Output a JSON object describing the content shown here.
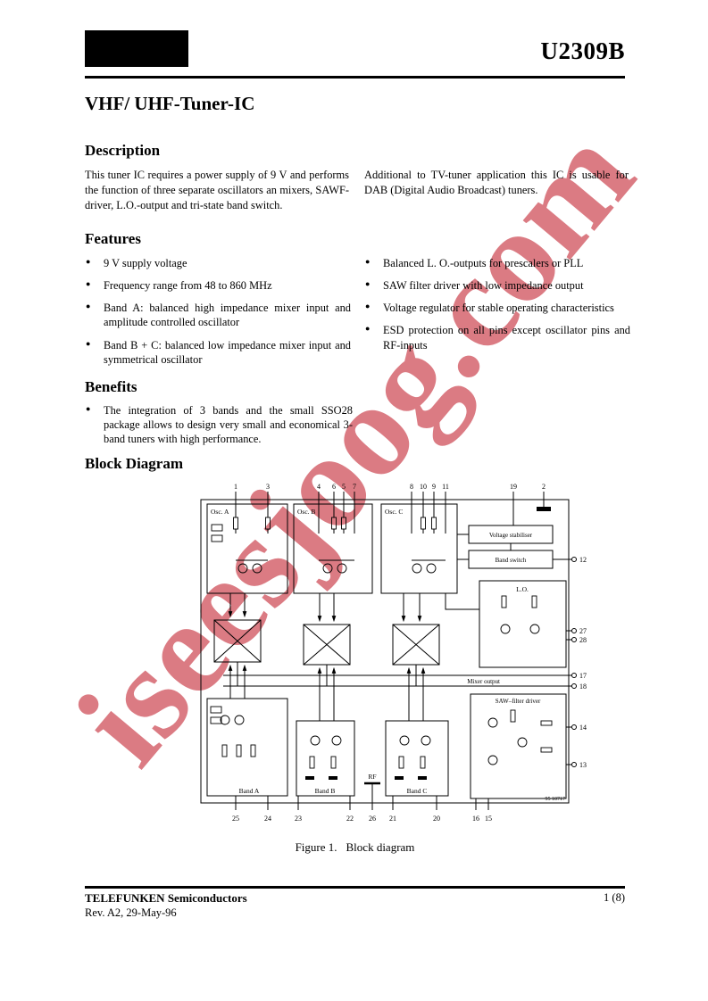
{
  "watermark_text": "iseesjoog.com",
  "colors": {
    "watermark": "#be0f1e",
    "ink": "#000000"
  },
  "header": {
    "part_number": "U2309B",
    "title": "VHF/ UHF-Tuner-IC"
  },
  "description": {
    "heading": "Description",
    "left": "This tuner IC requires a power supply of 9 V and performs the function of three separate oscillators an mixers, SAWF-driver, L.O.-output and tri-state band switch.",
    "right": "Additional to TV-tuner application this IC is usable for DAB (Digital Audio Broadcast) tuners."
  },
  "features": {
    "heading": "Features",
    "left": [
      "9 V supply voltage",
      "Frequency range from 48 to 860 MHz",
      "Band A: balanced high impedance mixer input and amplitude controlled oscillator",
      "Band B + C: balanced low impedance mixer input and symmetrical oscillator"
    ],
    "right": [
      "Balanced L. O.-outputs for prescalers or PLL",
      "SAW filter driver with low impedance output",
      "Voltage regulator for stable operating characteristics",
      "ESD protection on all pins except oscillator pins and RF-inputs"
    ]
  },
  "benefits": {
    "heading": "Benefits",
    "items": [
      "The integration of 3 bands and the small SSO28 package allows to design very small and economical 3-band tuners with high performance."
    ]
  },
  "diagram": {
    "heading": "Block Diagram",
    "caption_label": "Figure 1.",
    "caption_text": "Block diagram",
    "note": "95 10717",
    "top_pins": [
      "1",
      "3",
      "4",
      "6",
      "5",
      "7",
      "8",
      "10",
      "9",
      "11",
      "19",
      "2"
    ],
    "right_pins": [
      "12",
      "27",
      "28",
      "17",
      "18",
      "14",
      "13"
    ],
    "bottom_pins": [
      "25",
      "24",
      "23",
      "22",
      "26",
      "21",
      "20",
      "16",
      "15"
    ],
    "blocks": {
      "osc_a": "Osc. A",
      "osc_b": "Osc. B",
      "osc_c": "Osc. C",
      "voltage_stabiliser": "Voltage stabiliser",
      "band_switch": "Band switch",
      "lo": "L.O.",
      "mixer_output": "Mixer output",
      "saw_driver": "SAW–filter driver",
      "band_a": "Band A",
      "band_b": "Band B",
      "band_c": "Band C",
      "rf": "RF"
    }
  },
  "footer": {
    "company": "TELEFUNKEN Semiconductors",
    "revision": "Rev. A2, 29-May-96",
    "page": "1 (8)"
  }
}
